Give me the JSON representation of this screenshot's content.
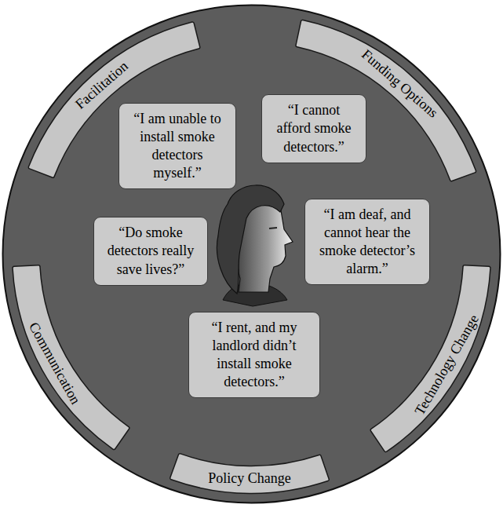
{
  "diagram": {
    "nodes": [
      {
        "text": [
          "Facilitation"
        ]
      },
      {
        "text": [
          "Funding Options"
        ]
      },
      {
        "text": [
          "“I am unable to install smoke detectors myself.”"
        ]
      },
      {
        "text": [
          "“I cannot afford smoke detectors.”"
        ]
      },
      {
        "text": [
          "“Do smoke detectors really save lives?”"
        ]
      },
      {
        "text": [
          "“I am deaf, and cannot hear the smoke detector’s alarm.”"
        ]
      },
      {
        "text": [
          "Communication"
        ]
      },
      {
        "text": [
          "Technology Change"
        ]
      },
      {
        "text": [
          "“I rent, and my landlord didn’t install smoke detectors.”"
        ]
      },
      {
        "text": [
          "Policy Change"
        ]
      }
    ]
  }
}
